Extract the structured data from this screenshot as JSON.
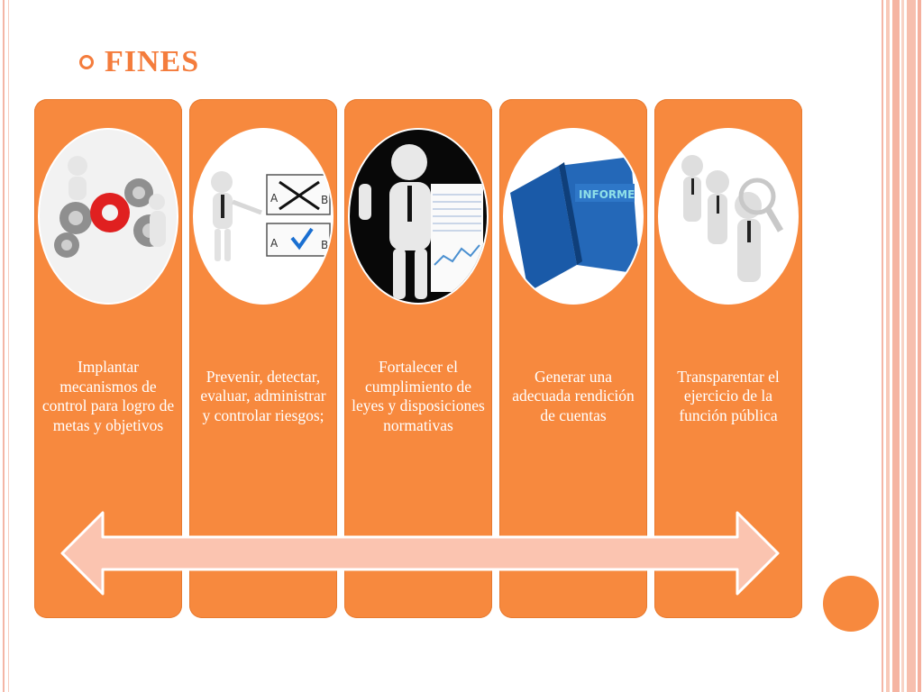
{
  "slide": {
    "title": "FINES",
    "accent": "#f47c3c",
    "panel_color": "#f7893e",
    "arrow_color": "#fbc4b0"
  },
  "panels": [
    {
      "icon": "gears-people-image",
      "label": "Implantar mecanismos de control para logro de metas y objetivos"
    },
    {
      "icon": "presenter-checklist-image",
      "label": "Prevenir, detectar, evaluar, administrar y controlar riesgos;"
    },
    {
      "icon": "presenter-spreadsheet-image",
      "label": "Fortalecer el cumplimiento de leyes y disposiciones normativas"
    },
    {
      "icon": "blue-binders-image",
      "label": "Generar una adecuada rendición de cuentas"
    },
    {
      "icon": "magnifier-people-image",
      "label": "Transparentar el ejercicio de la función pública"
    }
  ],
  "binder_label": "INFORME"
}
